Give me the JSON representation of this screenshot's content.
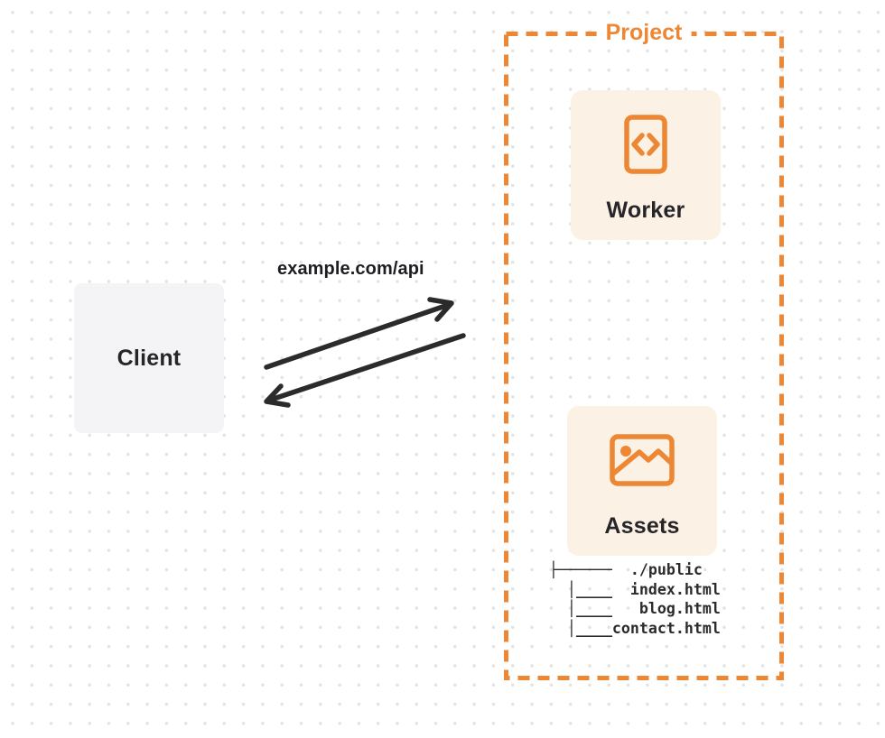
{
  "colors": {
    "accent": "#ED8733",
    "cream": "#FCF1E5",
    "client-bg": "#F4F4F6",
    "ink": "#26262A",
    "arrow": "#2B2B2B",
    "dot": "#E3E3E3",
    "page-bg": "#FFFFFF"
  },
  "client": {
    "label": "Client"
  },
  "request": {
    "url_label": "example.com/api"
  },
  "project": {
    "label": "Project",
    "worker": {
      "label": "Worker",
      "icon": "code-file-icon"
    },
    "assets": {
      "label": "Assets",
      "icon": "image-icon"
    },
    "file_tree": {
      "root": "./public",
      "files": [
        "index.html",
        "blog.html",
        "contact.html"
      ],
      "lines": [
        "├──────  ./public",
        "  │____  index.html",
        "  │____   blog.html",
        "  │____contact.html"
      ]
    }
  }
}
